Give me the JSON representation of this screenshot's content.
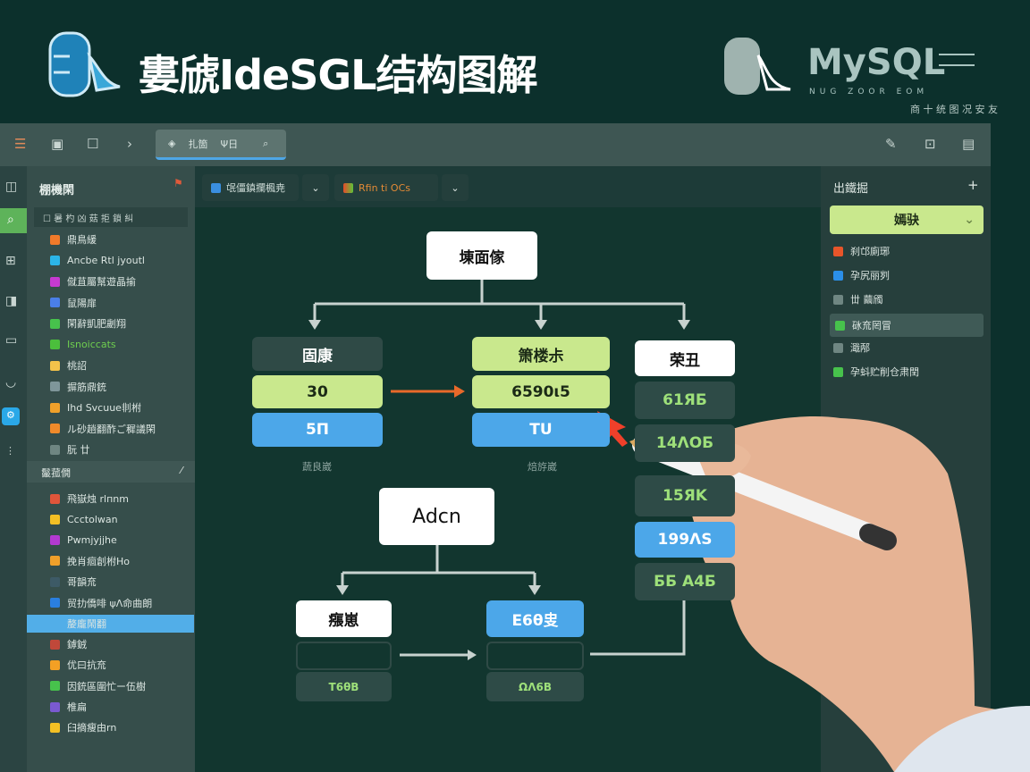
{
  "header": {
    "title": "婁䖐IdeSGL结构图解",
    "brand": "MySQL",
    "brand_sub": "NUG ZOOR EOM",
    "tagline": "商 十 统 图 况 安 友"
  },
  "toolbar": {
    "icons": [
      "list-icon",
      "save-icon",
      "file-icon",
      "chevron-right-icon"
    ],
    "search_label_1": "扎箇",
    "search_label_2": "Ψ日",
    "right_icons": [
      "tag-icon",
      "folder-icon",
      "clipboard-icon"
    ]
  },
  "sidebar": {
    "title": "棚機閑",
    "filter": "暑 杓 凶 菇 拒 鎖 糾",
    "items": [
      {
        "label": "鼎鳥緩",
        "color": "#f07a2a"
      },
      {
        "label": "Ancbe Rtl jyoutl",
        "color": "#2bb5e8"
      },
      {
        "label": "僦苴屬幫遊晶揄",
        "color": "#c63ad1"
      },
      {
        "label": "鼠陽扉",
        "color": "#4a7fe8"
      },
      {
        "label": "閑辭凱肥劌翔",
        "color": "#47c24c"
      },
      {
        "label": "Isnoiccats",
        "color": "#4bbf3c",
        "green": true
      },
      {
        "label": "桃詔",
        "color": "#f3c24a"
      },
      {
        "label": "摒筋鼎銃",
        "color": "#7f969a"
      },
      {
        "label": "Ihd Svcuue剕柎",
        "color": "#f0a02a"
      },
      {
        "label": "ル砂趟翻酢ご穉議閑",
        "color": "#f08a2a"
      },
      {
        "label": "朊 廿",
        "color": "#6f8682"
      }
    ],
    "section2": "鬣菰僩",
    "items2": [
      {
        "label": "飛嶽烛 rlпnm",
        "color": "#e0553a"
      },
      {
        "label": "Ccctolwan",
        "color": "#f3c024"
      },
      {
        "label": "Pwmjyjjhe",
        "color": "#b33ad1"
      },
      {
        "label": "挽肖痐創柎Ho",
        "color": "#f0a02a"
      },
      {
        "label": "哥韻㐬",
        "color": "#3d5a66"
      },
      {
        "label": "贸扐僑啡  ψΛ命曲朗",
        "color": "#2a7fe0"
      },
      {
        "label": "嫠龐鬧翻",
        "color": "#52aee8",
        "selected": true
      },
      {
        "label": "鏬銊",
        "color": "#c0483a"
      },
      {
        "label": "优曰抗㐬",
        "color": "#f3a024"
      },
      {
        "label": "因銃區圍忙ー伍樹",
        "color": "#47c24c"
      },
      {
        "label": "椎扁",
        "color": "#7a5ad1"
      },
      {
        "label": "臼摘瘦由rn",
        "color": "#f3c024"
      }
    ]
  },
  "main": {
    "tab1": "氓僵鎮攔楓尭",
    "tab2": "Rfin ti OCs",
    "diagram": {
      "root": "埬面傢",
      "col1": [
        "固康",
        "30",
        "5Π"
      ],
      "col1_caption": "蔬良崴",
      "col2": [
        "箫楼尗",
        "6590ι5",
        "ΤU"
      ],
      "col2_caption": "焙斿崴",
      "col3": [
        "荣丑",
        "61ЯБ",
        "14ΛΟБ",
        "15ЯΚ",
        "199ΛS",
        "ББ Α4Б"
      ],
      "node2": "Adcn",
      "sub1": [
        "瘬崽",
        "",
        "Τ6θΒ"
      ],
      "sub2": [
        "Ε6θ㕜",
        "",
        "ΩΛ6Β"
      ]
    }
  },
  "right_panel": {
    "title": "出鐵掘",
    "dropdown": "嫣𫘝",
    "items": [
      {
        "label": "刹邙廁琊",
        "color": "#e8552a"
      },
      {
        "label": "孕尻丽刿",
        "color": "#2b8fe8"
      },
      {
        "label": "丗 繭斶",
        "color": "#6f8682"
      },
      {
        "label": "砯㐬罔冒",
        "color": "#47c24c",
        "expanded": true
      },
      {
        "label": "濈邴",
        "color": "#6f8682"
      },
      {
        "label": "孕蚪贮削仓肃閏",
        "color": "#47c24c"
      }
    ]
  }
}
